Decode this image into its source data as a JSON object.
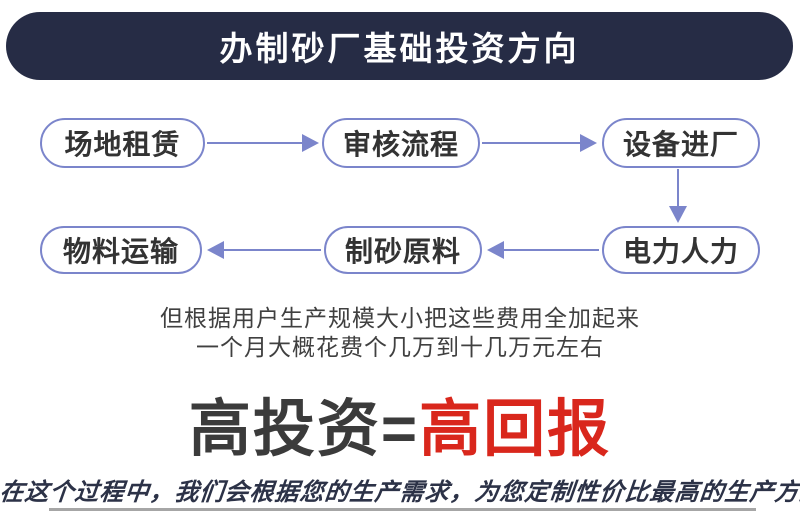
{
  "header": {
    "title": "办制砂厂基础投资方向"
  },
  "flowchart": {
    "row1": [
      {
        "label": "场地租赁"
      },
      {
        "label": "审核流程"
      },
      {
        "label": "设备进厂"
      }
    ],
    "row2": [
      {
        "label": "物料运输"
      },
      {
        "label": "制砂原料"
      },
      {
        "label": "电力人力"
      }
    ],
    "flow_order": [
      "场地租赁",
      "审核流程",
      "设备进厂",
      "电力人力",
      "制砂原料",
      "物料运输"
    ]
  },
  "summary": {
    "line1": "但根据用户生产规模大小把这些费用全加起来",
    "line2": "一个月大概花费个几万到十几万元左右"
  },
  "headline": {
    "dark_part": "高投资=",
    "red_part": "高回报"
  },
  "footer": {
    "text": "在这个过程中，我们会根据您的生产需求，为您定制性价比最高的生产方案"
  },
  "colors": {
    "banner_bg": "#262c45",
    "banner_text": "#ffffff",
    "flow_accent": "#7b85cb",
    "flow_text": "#333333",
    "summary_text": "#404040",
    "headline_dark": "#3b3b3b",
    "headline_red": "#d9271c",
    "footer_text": "#2c3247",
    "footer_rule": "#a6a6a6"
  }
}
